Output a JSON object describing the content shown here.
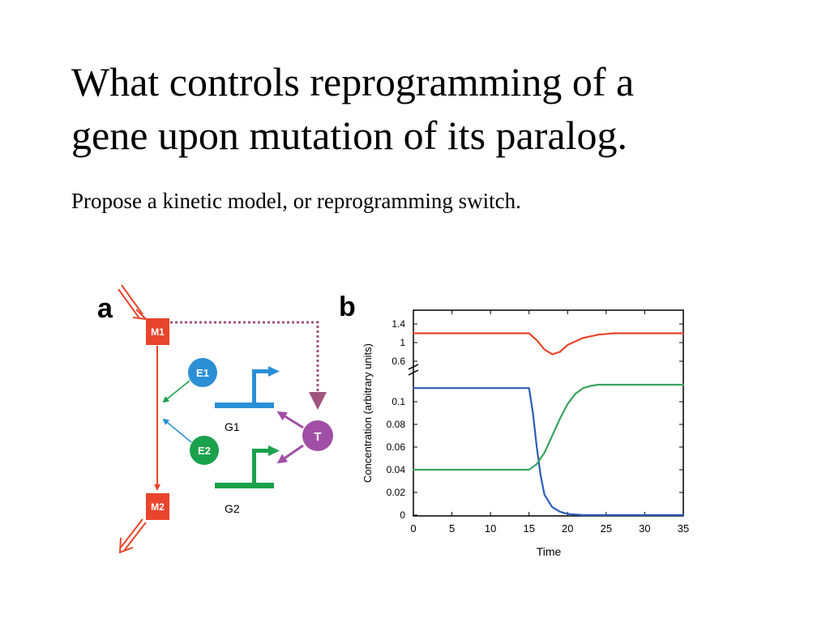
{
  "slide": {
    "title_lines": [
      "What controls reprogramming of a",
      "gene upon mutation of its paralog."
    ],
    "subtitle": "Propose a kinetic model, or reprogramming switch."
  },
  "figure_a": {
    "panel_label": "a",
    "nodes": {
      "m1": "M1",
      "m2": "M2",
      "e1": "E1",
      "e2": "E2",
      "t": "T",
      "g1": "G1",
      "g2": "G2"
    },
    "colors": {
      "m": "#e8452c",
      "e1": "#2b8fd6",
      "e2": "#1aa14b",
      "t": "#a14fa6",
      "dotted": "#a0547e"
    }
  },
  "figure_b": {
    "panel_label": "b",
    "chart_data": {
      "type": "line",
      "xlabel": "Time",
      "ylabel": "Concentration (arbitrary units)",
      "xlim": [
        0,
        35
      ],
      "x_ticks": [
        "0",
        "5",
        "10",
        "15",
        "20",
        "25",
        "30",
        "35"
      ],
      "y_ticks_upper": [
        "1.4",
        "1",
        "0.6"
      ],
      "y_ticks_lower": [
        "0.1",
        "0.08",
        "0.06",
        "0.04",
        "0.02",
        "0"
      ],
      "axis_break": true,
      "series": [
        {
          "color": "#e8452c",
          "segment": "upper",
          "x": [
            0,
            15,
            16,
            17,
            18,
            19,
            20,
            22,
            24,
            26,
            35
          ],
          "y": [
            1.2,
            1.2,
            1.05,
            0.85,
            0.75,
            0.8,
            0.95,
            1.1,
            1.17,
            1.2,
            1.2
          ]
        },
        {
          "color": "#2c5db8",
          "segment": "lower",
          "x": [
            0,
            15,
            15.5,
            16,
            16.5,
            17,
            18,
            19,
            20,
            22,
            35
          ],
          "y": [
            0.112,
            0.112,
            0.09,
            0.06,
            0.035,
            0.018,
            0.007,
            0.003,
            0.001,
            0,
            0
          ]
        },
        {
          "color": "#3aa35f",
          "segment": "lower",
          "x": [
            0,
            15,
            16,
            17,
            18,
            19,
            20,
            21,
            22,
            23,
            24,
            35
          ],
          "y": [
            0.04,
            0.04,
            0.045,
            0.055,
            0.07,
            0.085,
            0.098,
            0.107,
            0.112,
            0.114,
            0.115,
            0.115
          ]
        }
      ]
    }
  }
}
